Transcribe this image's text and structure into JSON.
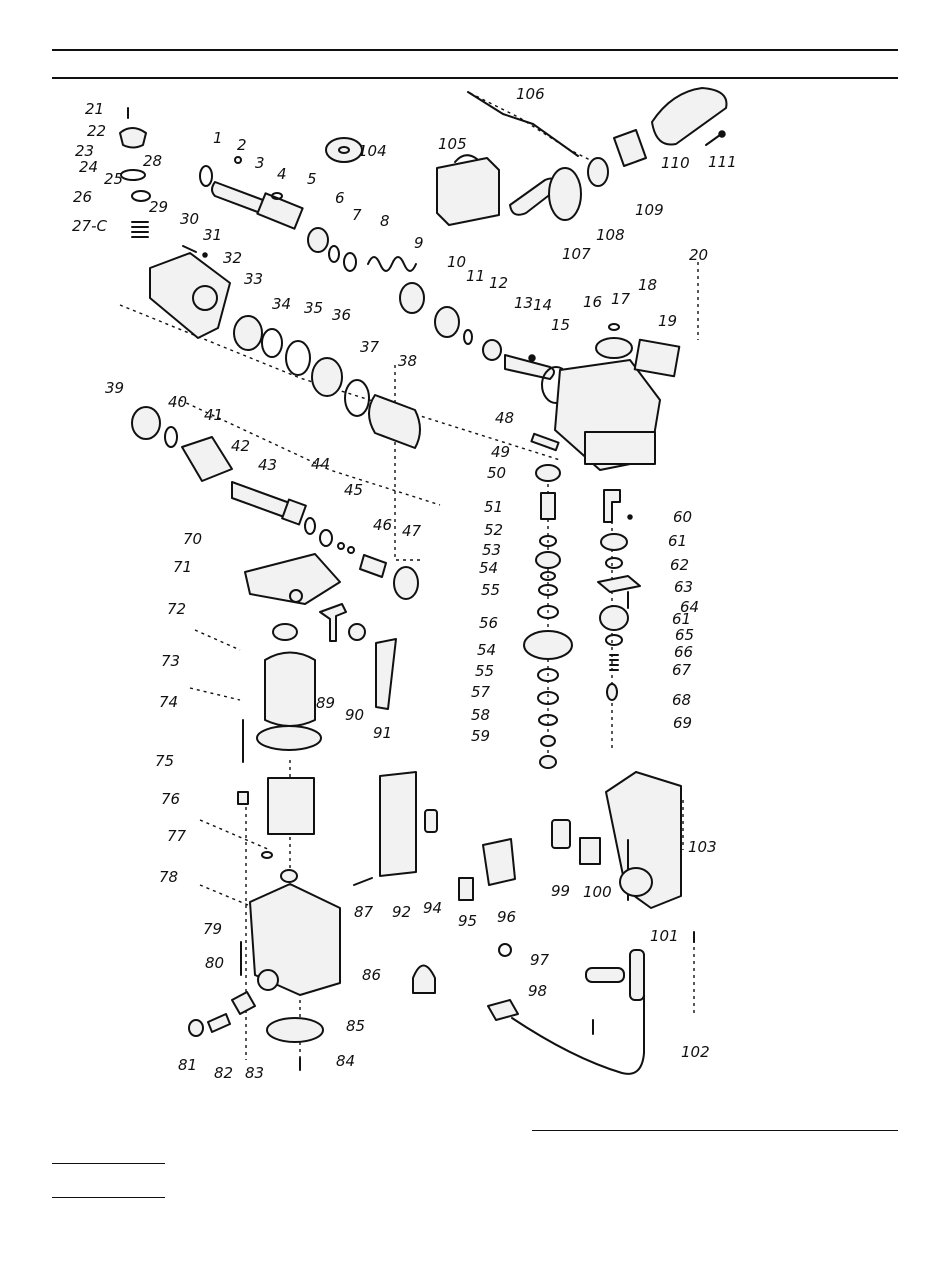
{
  "callouts": [
    {
      "id": "c1",
      "label": "1"
    },
    {
      "id": "c2",
      "label": "2"
    },
    {
      "id": "c3",
      "label": "3"
    },
    {
      "id": "c4",
      "label": "4"
    },
    {
      "id": "c5",
      "label": "5"
    },
    {
      "id": "c6",
      "label": "6"
    },
    {
      "id": "c7",
      "label": "7"
    },
    {
      "id": "c8",
      "label": "8"
    },
    {
      "id": "c9",
      "label": "9"
    },
    {
      "id": "c10",
      "label": "10"
    },
    {
      "id": "c11",
      "label": "11"
    },
    {
      "id": "c12",
      "label": "12"
    },
    {
      "id": "c13",
      "label": "13"
    },
    {
      "id": "c14",
      "label": "14"
    },
    {
      "id": "c15",
      "label": "15"
    },
    {
      "id": "c16",
      "label": "16"
    },
    {
      "id": "c17",
      "label": "17"
    },
    {
      "id": "c18",
      "label": "18"
    },
    {
      "id": "c19",
      "label": "19"
    },
    {
      "id": "c20",
      "label": "20"
    },
    {
      "id": "c21",
      "label": "21"
    },
    {
      "id": "c22",
      "label": "22"
    },
    {
      "id": "c23",
      "label": "23"
    },
    {
      "id": "c24",
      "label": "24"
    },
    {
      "id": "c25",
      "label": "25"
    },
    {
      "id": "c26",
      "label": "26"
    },
    {
      "id": "c27",
      "label": "27-C"
    },
    {
      "id": "c28",
      "label": "28"
    },
    {
      "id": "c29",
      "label": "29"
    },
    {
      "id": "c30",
      "label": "30"
    },
    {
      "id": "c31",
      "label": "31"
    },
    {
      "id": "c32",
      "label": "32"
    },
    {
      "id": "c33",
      "label": "33"
    },
    {
      "id": "c34",
      "label": "34"
    },
    {
      "id": "c35",
      "label": "35"
    },
    {
      "id": "c36",
      "label": "36"
    },
    {
      "id": "c37",
      "label": "37"
    },
    {
      "id": "c38",
      "label": "38"
    },
    {
      "id": "c39",
      "label": "39"
    },
    {
      "id": "c40",
      "label": "40"
    },
    {
      "id": "c41",
      "label": "41"
    },
    {
      "id": "c42",
      "label": "42"
    },
    {
      "id": "c43",
      "label": "43"
    },
    {
      "id": "c44",
      "label": "44"
    },
    {
      "id": "c45",
      "label": "45"
    },
    {
      "id": "c46",
      "label": "46"
    },
    {
      "id": "c47",
      "label": "47"
    },
    {
      "id": "c48",
      "label": "48"
    },
    {
      "id": "c49",
      "label": "49"
    },
    {
      "id": "c50",
      "label": "50"
    },
    {
      "id": "c51",
      "label": "51"
    },
    {
      "id": "c52",
      "label": "52"
    },
    {
      "id": "c53",
      "label": "53"
    },
    {
      "id": "c54a",
      "label": "54"
    },
    {
      "id": "c55a",
      "label": "55"
    },
    {
      "id": "c56",
      "label": "56"
    },
    {
      "id": "c54b",
      "label": "54"
    },
    {
      "id": "c55b",
      "label": "55"
    },
    {
      "id": "c57",
      "label": "57"
    },
    {
      "id": "c58",
      "label": "58"
    },
    {
      "id": "c59",
      "label": "59"
    },
    {
      "id": "c60",
      "label": "60"
    },
    {
      "id": "c61a",
      "label": "61"
    },
    {
      "id": "c62",
      "label": "62"
    },
    {
      "id": "c63",
      "label": "63"
    },
    {
      "id": "c64",
      "label": "64"
    },
    {
      "id": "c61b",
      "label": "61"
    },
    {
      "id": "c65",
      "label": "65"
    },
    {
      "id": "c66",
      "label": "66"
    },
    {
      "id": "c67",
      "label": "67"
    },
    {
      "id": "c68",
      "label": "68"
    },
    {
      "id": "c69",
      "label": "69"
    },
    {
      "id": "c70",
      "label": "70"
    },
    {
      "id": "c71",
      "label": "71"
    },
    {
      "id": "c72",
      "label": "72"
    },
    {
      "id": "c73",
      "label": "73"
    },
    {
      "id": "c74",
      "label": "74"
    },
    {
      "id": "c75",
      "label": "75"
    },
    {
      "id": "c76",
      "label": "76"
    },
    {
      "id": "c77",
      "label": "77"
    },
    {
      "id": "c78",
      "label": "78"
    },
    {
      "id": "c79",
      "label": "79"
    },
    {
      "id": "c80",
      "label": "80"
    },
    {
      "id": "c81",
      "label": "81"
    },
    {
      "id": "c82",
      "label": "82"
    },
    {
      "id": "c83",
      "label": "83"
    },
    {
      "id": "c84",
      "label": "84"
    },
    {
      "id": "c85",
      "label": "85"
    },
    {
      "id": "c86",
      "label": "86"
    },
    {
      "id": "c87",
      "label": "87"
    },
    {
      "id": "c89",
      "label": "89"
    },
    {
      "id": "c90",
      "label": "90"
    },
    {
      "id": "c91",
      "label": "91"
    },
    {
      "id": "c92",
      "label": "92"
    },
    {
      "id": "c94",
      "label": "94"
    },
    {
      "id": "c95",
      "label": "95"
    },
    {
      "id": "c96",
      "label": "96"
    },
    {
      "id": "c97",
      "label": "97"
    },
    {
      "id": "c98",
      "label": "98"
    },
    {
      "id": "c99",
      "label": "99"
    },
    {
      "id": "c100",
      "label": "100"
    },
    {
      "id": "c101",
      "label": "101"
    },
    {
      "id": "c102",
      "label": "102"
    },
    {
      "id": "c103",
      "label": "103"
    },
    {
      "id": "c104",
      "label": "104"
    },
    {
      "id": "c105",
      "label": "105"
    },
    {
      "id": "c106",
      "label": "106"
    },
    {
      "id": "c107",
      "label": "107"
    },
    {
      "id": "c108",
      "label": "108"
    },
    {
      "id": "c109",
      "label": "109"
    },
    {
      "id": "c110",
      "label": "110"
    },
    {
      "id": "c111",
      "label": "111"
    }
  ]
}
